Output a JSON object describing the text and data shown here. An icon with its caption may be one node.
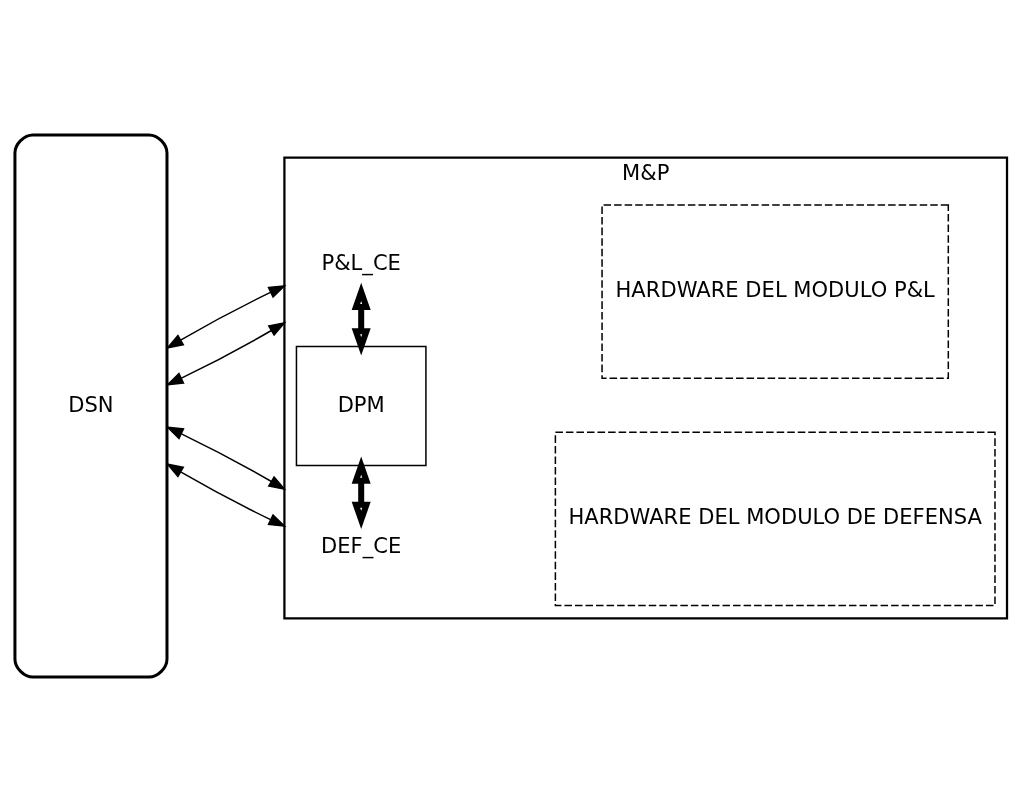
{
  "diagram": {
    "nodes": [
      {
        "text": [
          "DSN"
        ]
      },
      {
        "text": [
          "M&P"
        ]
      },
      {
        "text": [
          "DEF_CE"
        ],
        "in": 1
      },
      {
        "text": [
          "DPM"
        ],
        "in": 1
      },
      {
        "text": [
          "P&L_CE"
        ],
        "in": 1
      },
      {
        "text": [
          "HARDWARE DEL MODULO DE DEFENSA"
        ],
        "in": 1
      },
      {
        "text": [
          "HARDWARE DEL MODULO P&L"
        ],
        "in": 1
      }
    ],
    "edges": [
      {
        "from": 0,
        "to": 1,
        "arrow": "both"
      },
      {
        "from": 0,
        "to": 1,
        "arrow": "both"
      },
      {
        "from": 0,
        "to": 1,
        "arrow": "both"
      },
      {
        "from": 0,
        "to": 1,
        "arrow": "both"
      },
      {
        "from": 2,
        "to": 3,
        "arrow": "both",
        "style": "thick"
      },
      {
        "from": 3,
        "to": 4,
        "arrow": "both",
        "style": "thick"
      }
    ]
  }
}
